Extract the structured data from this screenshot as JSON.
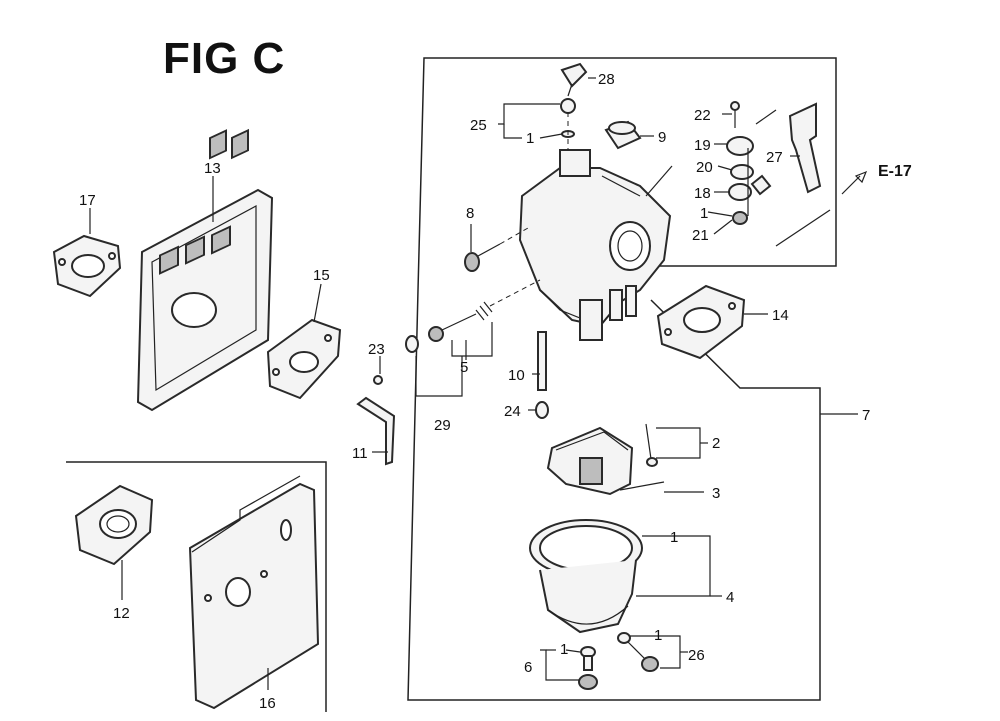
{
  "figure": {
    "title": "FIG C"
  },
  "callouts": {
    "c1a": "1",
    "c1b": "1",
    "c1c": "1",
    "c1d": "1",
    "c1e": "1",
    "c2": "2",
    "c3": "3",
    "c4": "4",
    "c5": "5",
    "c6": "6",
    "c7": "7",
    "c8": "8",
    "c9": "9",
    "c10": "10",
    "c11": "11",
    "c12": "12",
    "c13": "13",
    "c14": "14",
    "c15": "15",
    "c16": "16",
    "c17": "17",
    "c18": "18",
    "c19": "19",
    "c20": "20",
    "c21": "21",
    "c22": "22",
    "c23": "23",
    "c24": "24",
    "c25": "25",
    "c26": "26",
    "c27": "27",
    "c28": "28",
    "c29": "29"
  },
  "reference": {
    "label": "E-17"
  }
}
